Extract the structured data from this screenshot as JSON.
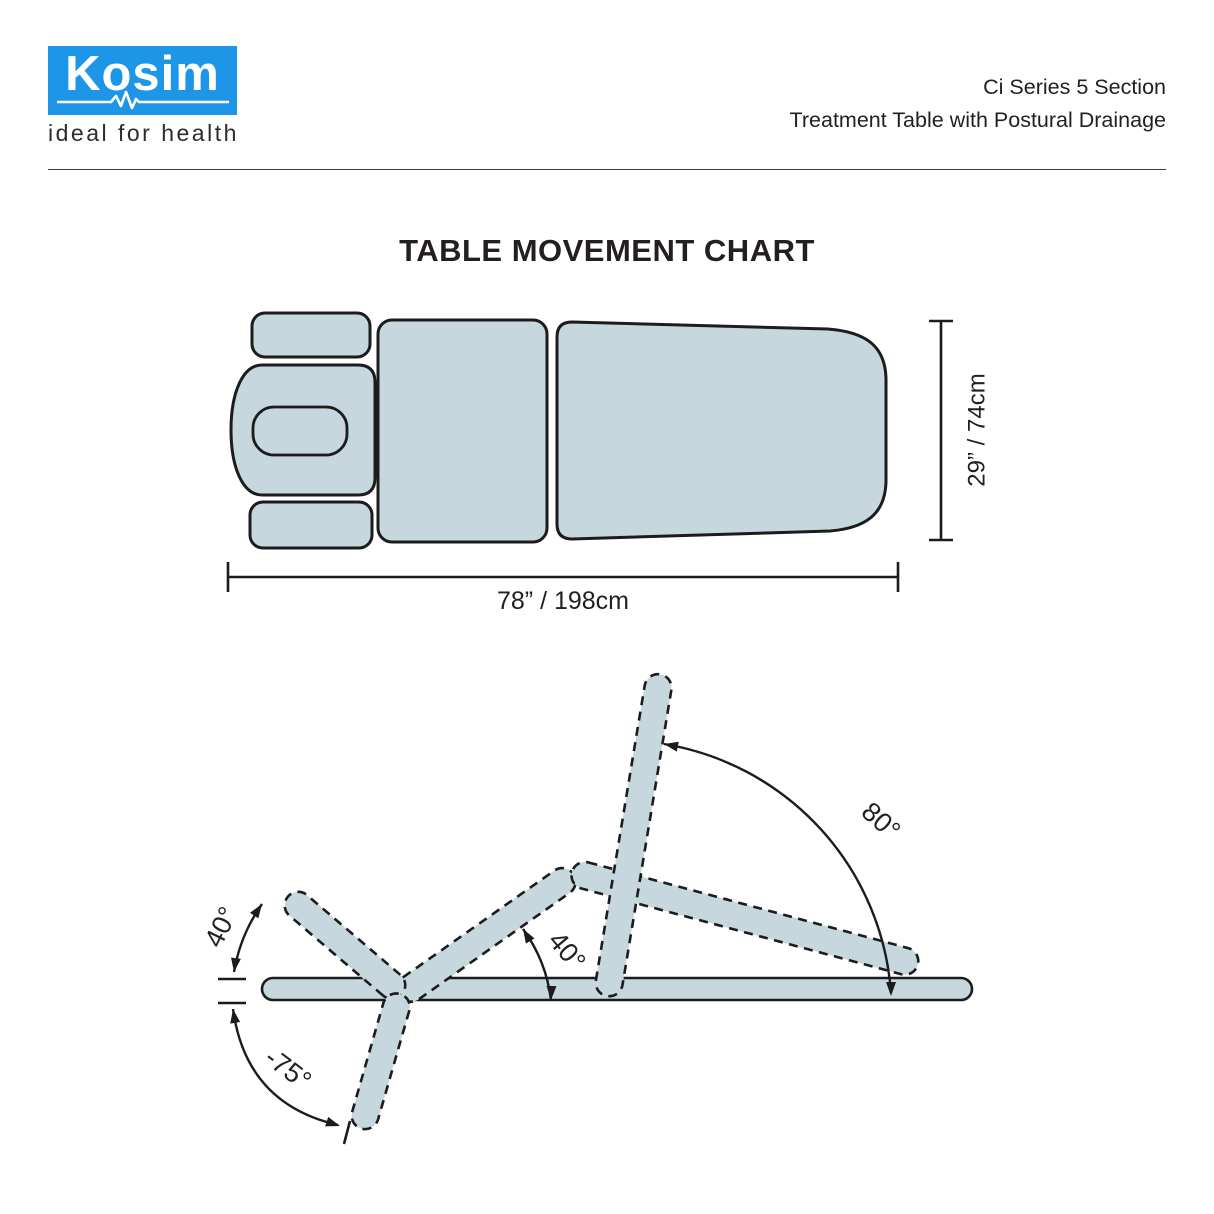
{
  "header": {
    "logo": {
      "brand": "Kosim",
      "tagline": "ideal for health"
    },
    "series": "Ci Series 5 Section",
    "product": "Treatment Table with Postural Drainage"
  },
  "title": "TABLE MOVEMENT CHART",
  "top_view": {
    "length_label": "78” / 198cm",
    "width_label": "29” / 74cm"
  },
  "side_view": {
    "head_up_angle": "40°",
    "mid_up_angle": "40°",
    "backrest_angle": "80°",
    "head_down_angle": "-75°"
  },
  "colors": {
    "upholstery": "#c6d7dd",
    "outline": "#1c1c1c",
    "brand_blue": "#1e96e8",
    "text": "#231f20"
  }
}
